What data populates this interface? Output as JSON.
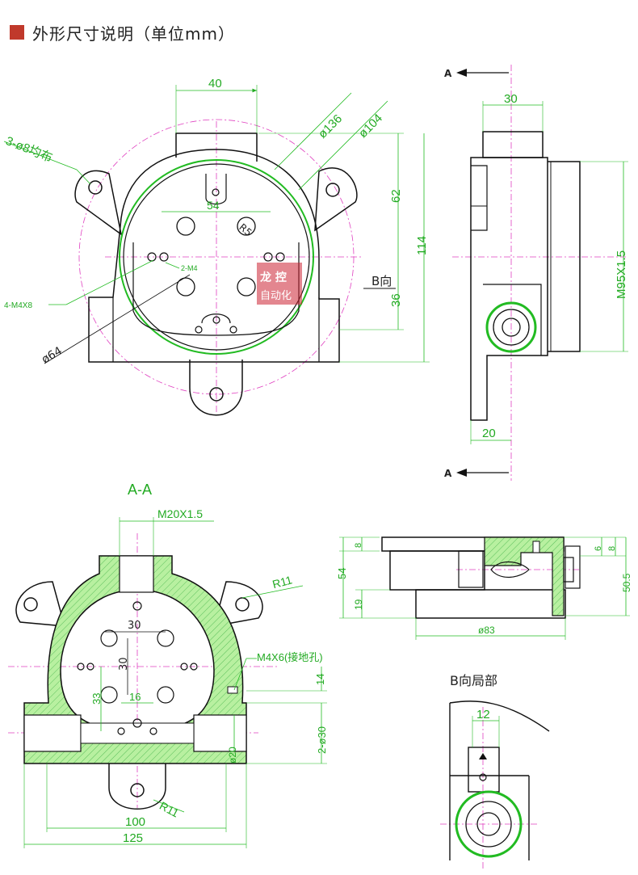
{
  "header": {
    "title": "外形尺寸说明（单位mm）",
    "accent": "#c0392b"
  },
  "top_view": {
    "dim_40": "40",
    "dim_54": "54",
    "dim_62": "62",
    "dim_114": "114",
    "dim_36": "36",
    "d136": "ø136",
    "d104": "ø104",
    "d64": "ø64",
    "holes": "3-ø8均布",
    "m4x8": "4-M4X8",
    "m4": "2-M4",
    "b_dir": "B向",
    "r5": "R5"
  },
  "watermark": {
    "line1": "龙 控",
    "line2": "自动化",
    "color": "#cc2233"
  },
  "side_view": {
    "arrow_a": "A",
    "dim_30": "30",
    "dim_20": "20",
    "thread": "M95X1.5"
  },
  "section_aa": {
    "title": "A-A",
    "thread": "M20X1.5",
    "r11_top": "R11",
    "r11_bottom": "R11",
    "dim_30h": "30",
    "dim_30v": "30",
    "dim_33": "33",
    "dim_16": "16",
    "ground": "M4X6(接地孔)",
    "dim_14": "14",
    "d30": "2-ø30",
    "d20": "ø20",
    "dim_100": "100",
    "dim_125": "125"
  },
  "bottom_side": {
    "dim_8a": "8",
    "dim_54": "54",
    "dim_19": "19",
    "dim_6": "6",
    "dim_8b": "8",
    "dim_505": "50.5",
    "d83": "ø83"
  },
  "detail_b": {
    "title": "B向局部",
    "dim_12": "12"
  },
  "colors": {
    "dimension": "#22aa22",
    "centerline": "#e040c0",
    "section_fill": "#b8f0a0",
    "outline": "#111111"
  }
}
